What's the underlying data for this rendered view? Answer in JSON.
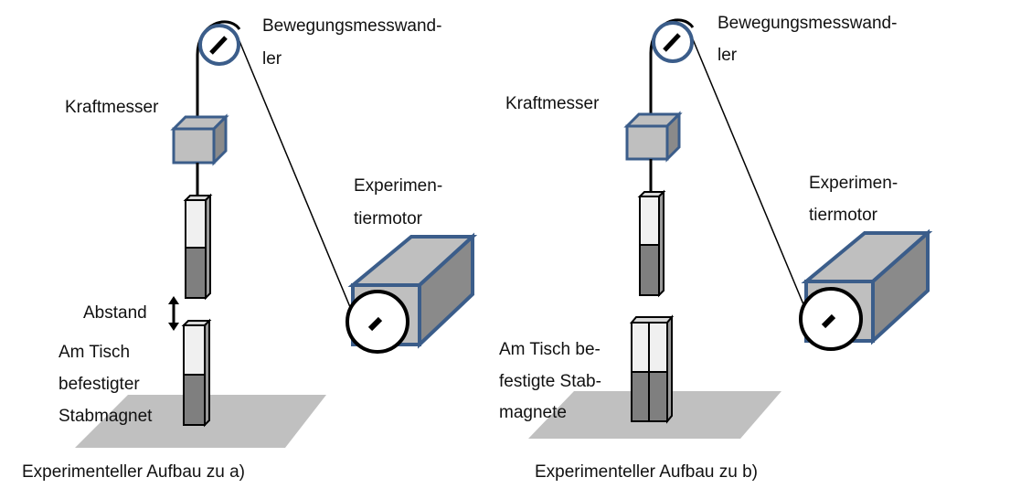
{
  "panel_a": {
    "transducer_label_1": "Bewegungsmesswand-",
    "transducer_label_2": "ler",
    "force_meter_label": "Kraftmesser",
    "motor_label_1": "Experimen-",
    "motor_label_2": "tiermotor",
    "distance_label": "Abstand",
    "magnet_label_1": "Am Tisch",
    "magnet_label_2": "befestigter",
    "magnet_label_3": "Stabmagnet",
    "caption": "Experimenteller Aufbau zu a)"
  },
  "panel_b": {
    "transducer_label_1": "Bewegungsmesswand-",
    "transducer_label_2": "ler",
    "force_meter_label": "Kraftmesser",
    "motor_label_1": "Experimen-",
    "motor_label_2": "tiermotor",
    "magnet_label_1": "Am Tisch be-",
    "magnet_label_2": "festigte Stab-",
    "magnet_label_3": "magnete",
    "caption": "Experimenteller Aufbau zu b)"
  },
  "colors": {
    "outline_blue": "#3b5d8a",
    "box_gray": "#bfbfbf",
    "box_dark": "#8a8a8a",
    "magnet_light": "#f0f0f0",
    "magnet_dark": "#7f7f7f",
    "table": "#c0c0c0"
  }
}
